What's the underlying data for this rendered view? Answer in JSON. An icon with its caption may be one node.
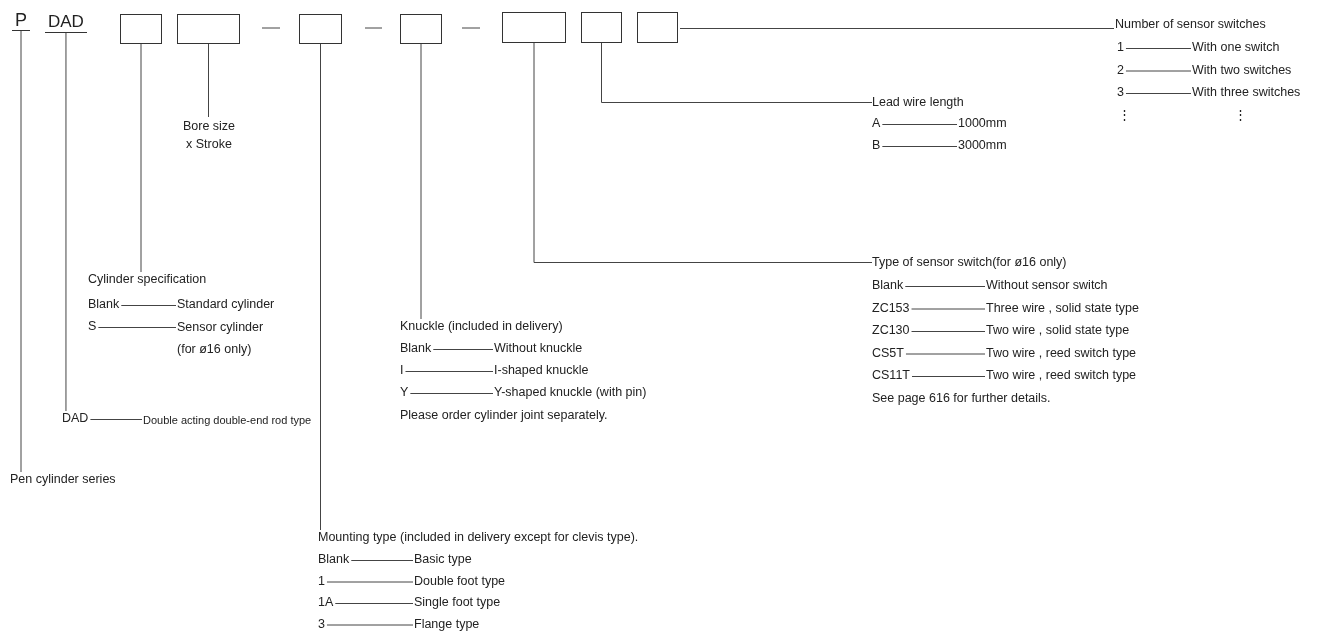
{
  "diagram": {
    "nodes": [
      {
        "text": [
          "P"
        ]
      },
      {
        "text": [
          "DAD"
        ]
      },
      {
        "text": [],
        "shape": "box"
      },
      {
        "text": [],
        "shape": "box"
      },
      {
        "text": [],
        "shape": "box"
      },
      {
        "text": [],
        "shape": "box"
      },
      {
        "text": [],
        "shape": "box"
      },
      {
        "text": [],
        "shape": "box"
      },
      {
        "text": [],
        "shape": "box"
      },
      {
        "text": [
          "Pen cylinder series"
        ]
      },
      {
        "text": [
          "DAD"
        ]
      },
      {
        "text": [
          "Cylinder specification"
        ]
      },
      {
        "text": [
          "Bore size x Stroke"
        ]
      },
      {
        "text": [
          "Mounting type (included in delivery except for clevis  type)."
        ]
      },
      {
        "text": [
          "Knuckle  (included in delivery)"
        ]
      },
      {
        "text": [
          "Type of sensor switch(for ø16 only)"
        ]
      },
      {
        "text": [
          "Lead wire length"
        ]
      },
      {
        "text": [
          "Number of sensor switches"
        ]
      },
      {
        "text": [
          "1"
        ]
      },
      {
        "text": [
          "With one switch"
        ]
      },
      {
        "text": [
          "2"
        ]
      },
      {
        "text": [
          "With two switches"
        ]
      },
      {
        "text": [
          "3"
        ]
      },
      {
        "text": [
          "With three switches"
        ]
      },
      {
        "text": [
          "A"
        ]
      },
      {
        "text": [
          "1000mm"
        ]
      },
      {
        "text": [
          "B"
        ]
      },
      {
        "text": [
          "3000mm"
        ]
      },
      {
        "text": [
          "Blank"
        ]
      },
      {
        "text": [
          "Standard cylinder"
        ]
      },
      {
        "text": [
          "S"
        ]
      },
      {
        "text": [
          "Sensor  cylinder (for ø16 only)"
        ]
      },
      {
        "text": [
          "Blank"
        ]
      },
      {
        "text": [
          "Without sensor switch"
        ]
      },
      {
        "text": [
          "ZC153"
        ]
      },
      {
        "text": [
          "Three wire , solid state type"
        ]
      },
      {
        "text": [
          "ZC130"
        ]
      },
      {
        "text": [
          "Two wire , solid state type"
        ]
      },
      {
        "text": [
          "CS5T"
        ]
      },
      {
        "text": [
          "Two wire , reed switch type"
        ]
      },
      {
        "text": [
          "CS11T"
        ]
      },
      {
        "text": [
          "Two wire , reed switch type"
        ]
      },
      {
        "text": [
          "Blank"
        ]
      },
      {
        "text": [
          "Without knuckle"
        ]
      },
      {
        "text": [
          "I"
        ]
      },
      {
        "text": [
          "I-shaped knuckle"
        ]
      },
      {
        "text": [
          "Y"
        ]
      },
      {
        "text": [
          "Y-shaped  knuckle (with pin)"
        ]
      },
      {
        "text": [
          "Double acting double-end rod type"
        ]
      },
      {
        "text": [
          "Blank"
        ]
      },
      {
        "text": [
          "Basic type"
        ]
      },
      {
        "text": [
          "1"
        ]
      },
      {
        "text": [
          "Double foot  type"
        ]
      },
      {
        "text": [
          "1A"
        ]
      },
      {
        "text": [
          "Single foot  type"
        ]
      },
      {
        "text": [
          "3"
        ]
      },
      {
        "text": [
          "Flange  type"
        ]
      }
    ],
    "edges": [
      {
        "from": 0,
        "to": 9,
        "arrow": "none"
      },
      {
        "from": 1,
        "to": 10,
        "arrow": "none"
      },
      {
        "from": 2,
        "to": 11,
        "arrow": "none"
      },
      {
        "from": 3,
        "to": 12,
        "arrow": "none"
      },
      {
        "from": 4,
        "to": 13,
        "arrow": "none"
      },
      {
        "from": 5,
        "to": 14,
        "arrow": "none"
      },
      {
        "from": 6,
        "to": 15,
        "arrow": "none"
      },
      {
        "from": 7,
        "to": 16,
        "arrow": "none"
      },
      {
        "from": 8,
        "to": 17,
        "arrow": "none"
      },
      {
        "from": 18,
        "to": 19,
        "arrow": "none"
      },
      {
        "from": 20,
        "to": 21,
        "arrow": "none"
      },
      {
        "from": 22,
        "to": 23,
        "arrow": "none"
      },
      {
        "from": 24,
        "to": 25,
        "arrow": "none"
      },
      {
        "from": 26,
        "to": 27,
        "arrow": "none"
      },
      {
        "from": 28,
        "to": 29,
        "arrow": "none"
      },
      {
        "from": 30,
        "to": 31,
        "arrow": "none"
      },
      {
        "from": 32,
        "to": 33,
        "arrow": "none"
      },
      {
        "from": 34,
        "to": 35,
        "arrow": "none"
      },
      {
        "from": 36,
        "to": 37,
        "arrow": "none"
      },
      {
        "from": 38,
        "to": 39,
        "arrow": "none"
      },
      {
        "from": 40,
        "to": 41,
        "arrow": "none"
      },
      {
        "from": 42,
        "to": 43,
        "arrow": "none"
      },
      {
        "from": 44,
        "to": 45,
        "arrow": "none"
      },
      {
        "from": 46,
        "to": 47,
        "arrow": "none"
      },
      {
        "from": 10,
        "to": 48,
        "arrow": "none"
      },
      {
        "from": 49,
        "to": 50,
        "arrow": "none"
      },
      {
        "from": 51,
        "to": 52,
        "arrow": "none"
      },
      {
        "from": 53,
        "to": 54,
        "arrow": "none"
      },
      {
        "from": 55,
        "to": 56,
        "arrow": "none"
      }
    ],
    "labels": [
      "⋮",
      "⋮",
      "See page 616 for further details.",
      "Please order cylinder joint separately."
    ]
  }
}
